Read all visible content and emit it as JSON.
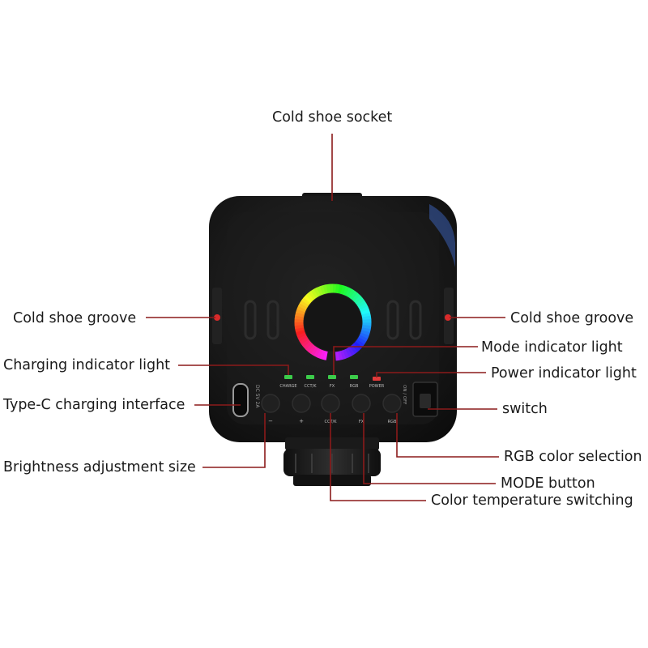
{
  "callouts": {
    "cold_shoe_socket": "Cold shoe socket",
    "cold_shoe_groove_left": "Cold shoe groove",
    "cold_shoe_groove_right": "Cold shoe groove",
    "charging_indicator_light": "Charging indicator light",
    "mode_indicator_light": "Mode indicator light",
    "power_indicator_light": "Power indicator light",
    "type_c_charging_interface": "Type-C charging interface",
    "switch": "switch",
    "brightness_adjustment_size": "Brightness adjustment size",
    "rgb_color_selection": "RGB color selection",
    "mode_button": "MODE button",
    "color_temperature_switching": "Color temperature switching"
  },
  "device": {
    "indicator_labels": [
      "CHARGE",
      "CCT/K",
      "FX",
      "RGB",
      "POWER"
    ],
    "button_labels": [
      "−",
      "+",
      "CCT/K",
      "FX",
      "RGB"
    ],
    "port_label": "DC 5V 2A",
    "switch_label": "ON / OFF"
  },
  "colors": {
    "leader_line": "#8b1a1a",
    "body": "#141414",
    "indicator_green": "#3ccb4a",
    "indicator_red": "#e23b3b"
  }
}
